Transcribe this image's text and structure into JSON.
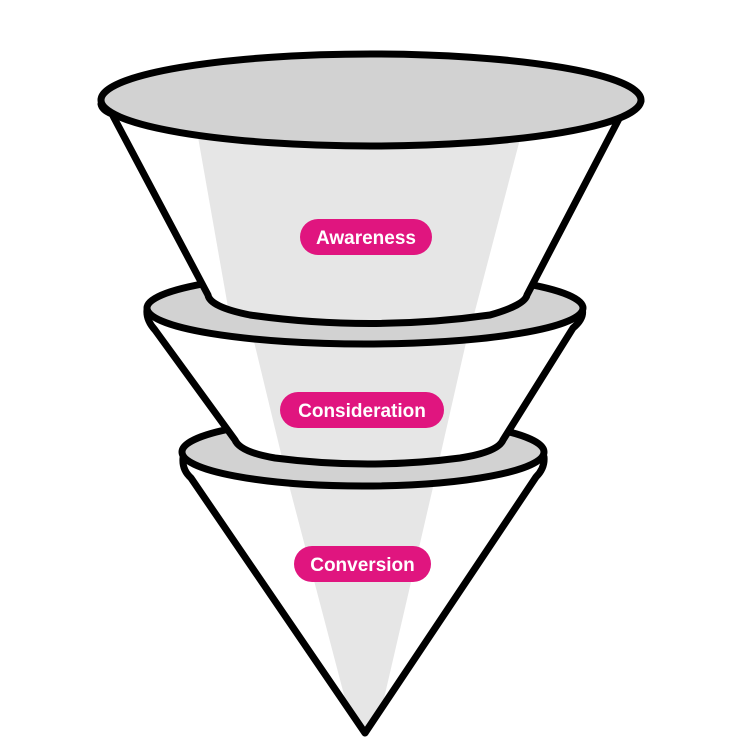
{
  "funnel": {
    "stages": [
      {
        "label": "Awareness"
      },
      {
        "label": "Consideration"
      },
      {
        "label": "Conversion"
      }
    ]
  },
  "colors": {
    "pill": "#e0157f",
    "pill_text": "#ffffff",
    "outline": "#000000",
    "body": "#ffffff",
    "highlight": "#e6e6e6",
    "rim": "#d2d2d2",
    "background": "#ffffff"
  }
}
